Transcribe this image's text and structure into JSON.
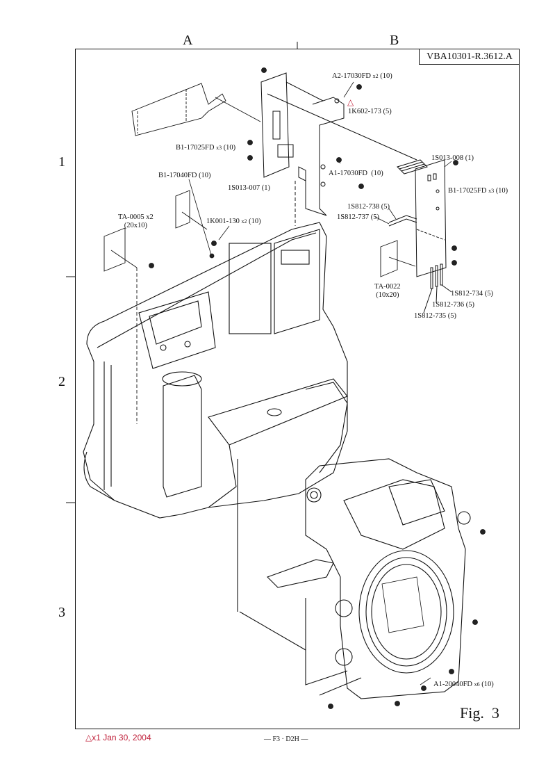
{
  "document": {
    "doc_id": "VBA10301-R.3612.A",
    "figure_label": "Fig.",
    "figure_number": "3",
    "page_code": "— F3 · D2H —",
    "revision_note": "△x1 Jan 30, 2004",
    "revision_color": "#c0203a"
  },
  "grid": {
    "columns": [
      "A",
      "B"
    ],
    "rows": [
      "1",
      "2",
      "3"
    ]
  },
  "parts": [
    {
      "id": "p1",
      "code": "A2-17030FD",
      "qty": "x2",
      "ref": "(10)"
    },
    {
      "id": "p2",
      "code": "1K602-173",
      "qty": "",
      "ref": "(5)",
      "revised": true
    },
    {
      "id": "p3",
      "code": "B1-17025FD",
      "qty": "x3",
      "ref": "(10)"
    },
    {
      "id": "p4",
      "code": "1S013-007",
      "qty": "",
      "ref": "(1)"
    },
    {
      "id": "p5",
      "code": "A1-17030FD",
      "qty": "",
      "ref": "(10)"
    },
    {
      "id": "p6",
      "code": "1S013-008",
      "qty": "",
      "ref": "(1)"
    },
    {
      "id": "p7",
      "code": "B1-17025FD",
      "qty": "x3",
      "ref": "(10)"
    },
    {
      "id": "p8",
      "code": "B1-17040FD",
      "qty": "",
      "ref": "(10)"
    },
    {
      "id": "p9",
      "code": "1S812-738",
      "qty": "",
      "ref": "(5)"
    },
    {
      "id": "p10",
      "code": "1S812-737",
      "qty": "",
      "ref": "(5)"
    },
    {
      "id": "p11",
      "code": "TA-0005",
      "qty": "x2",
      "ref": "(20x10)"
    },
    {
      "id": "p12",
      "code": "1K001-130",
      "qty": "x2",
      "ref": "(10)"
    },
    {
      "id": "p13",
      "code": "TA-0022",
      "qty": "",
      "ref": "(10x20)"
    },
    {
      "id": "p14",
      "code": "1S812-734",
      "qty": "",
      "ref": "(5)"
    },
    {
      "id": "p15",
      "code": "1S812-736",
      "qty": "",
      "ref": "(5)"
    },
    {
      "id": "p16",
      "code": "1S812-735",
      "qty": "",
      "ref": "(5)"
    },
    {
      "id": "p17",
      "code": "A1-20040FD",
      "qty": "x6",
      "ref": "(10)"
    }
  ],
  "icons": {
    "revision_marker": "triangle-icon",
    "screw": "screw-icon"
  }
}
